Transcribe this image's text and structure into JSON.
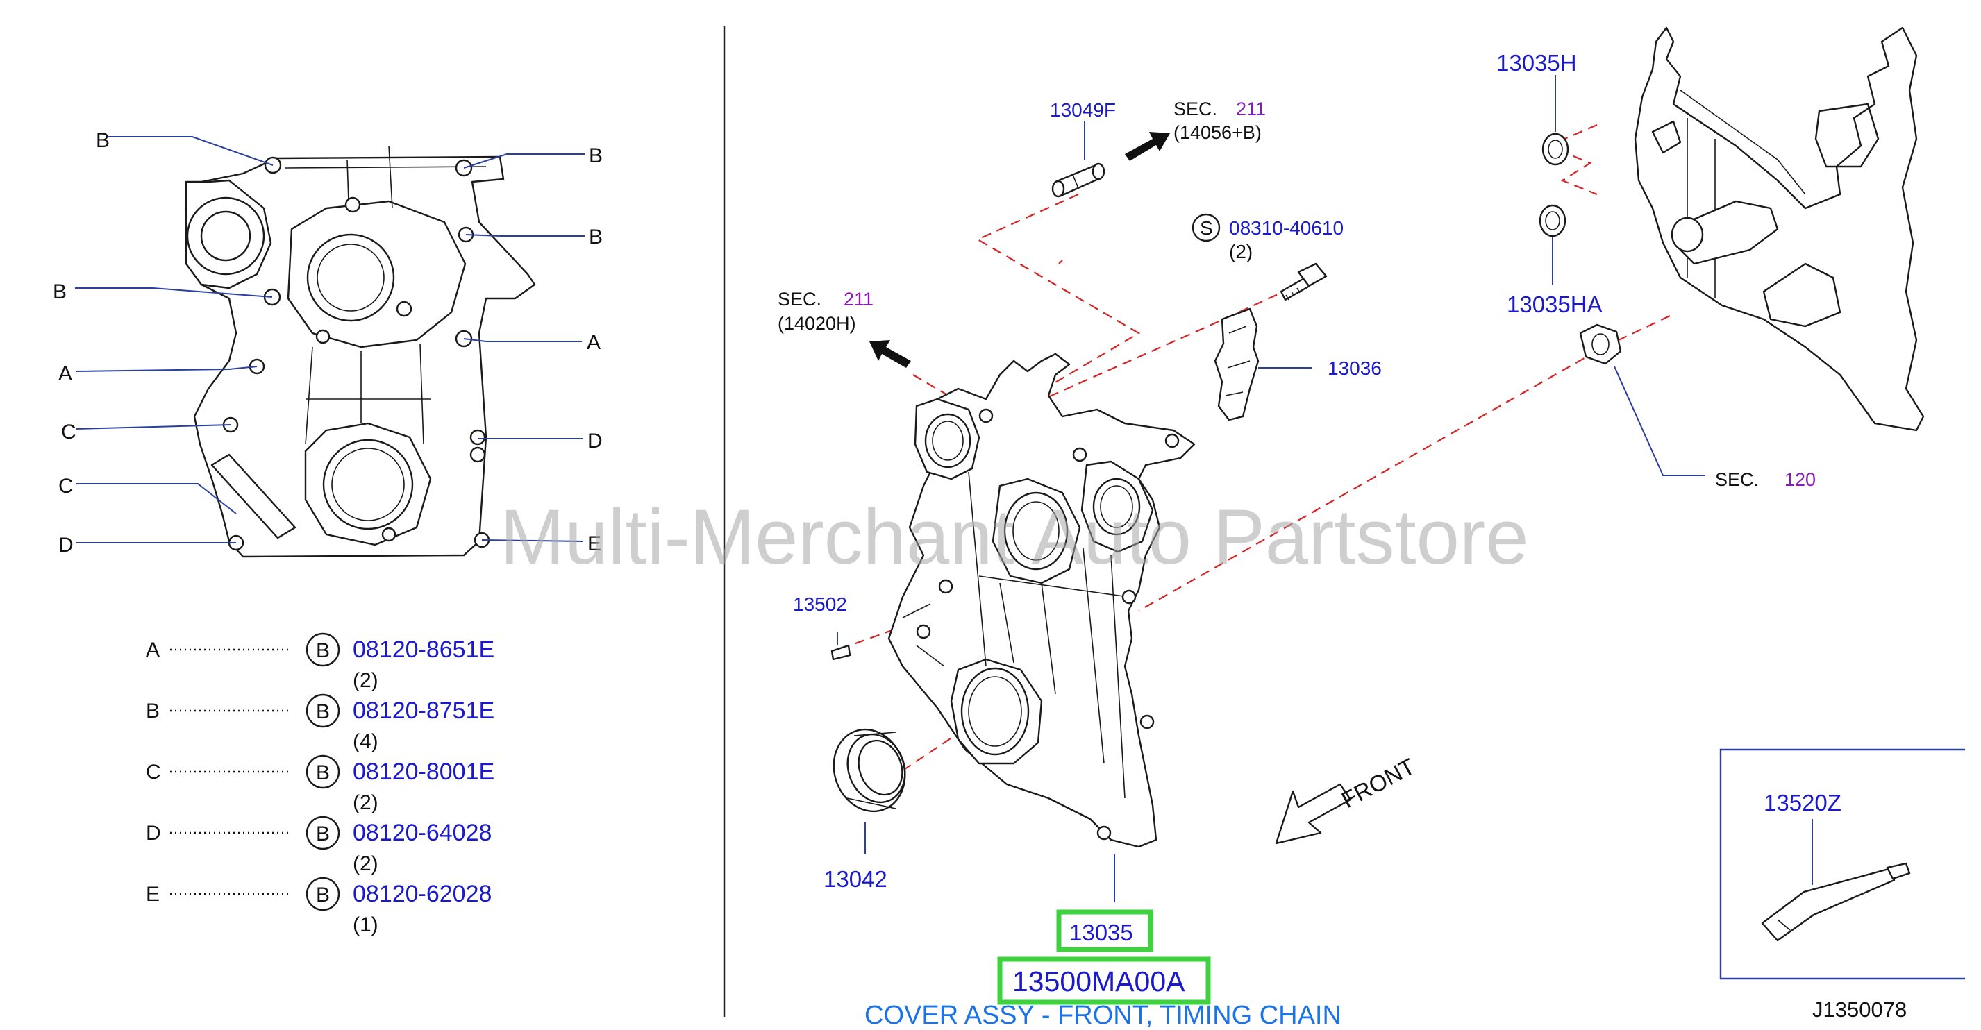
{
  "watermark": "Multi-Merchant Auto Partstore",
  "diagram_id": "J1350078",
  "left_view": {
    "callouts": {
      "b1": "B",
      "b2": "B",
      "b3": "B",
      "b4": "B",
      "a_left": "A",
      "a_right": "A",
      "c1": "C",
      "c2": "C",
      "d_left": "D",
      "d_right": "D",
      "e_right": "E"
    }
  },
  "legend": [
    {
      "letter": "A",
      "circle": "B",
      "part": "08120-8651E",
      "qty": "(2)"
    },
    {
      "letter": "B",
      "circle": "B",
      "part": "08120-8751E",
      "qty": "(4)"
    },
    {
      "letter": "C",
      "circle": "B",
      "part": "08120-8001E",
      "qty": "(2)"
    },
    {
      "letter": "D",
      "circle": "B",
      "part": "08120-64028",
      "qty": "(2)"
    },
    {
      "letter": "E",
      "circle": "B",
      "part": "08120-62028",
      "qty": "(1)"
    }
  ],
  "parts": {
    "p13049f": "13049F",
    "sec_top": {
      "label": "SEC.",
      "num": "211",
      "ref": "(14056+B)"
    },
    "sec_left": {
      "label": "SEC.",
      "num": "211",
      "ref": "(14020H)"
    },
    "bolt": {
      "circle": "S",
      "part": "08310-40610",
      "qty": "(2)"
    },
    "p13036": "13036",
    "p13502": "13502",
    "p13042": "13042",
    "p13035": "13035",
    "p13035h": "13035H",
    "p13035ha": "13035HA",
    "sec_right": {
      "label": "SEC.",
      "num": "120"
    },
    "p13520z": "13520Z"
  },
  "front_label": "FRONT",
  "highlight_part": "13500MA00A",
  "caption": "COVER ASSY - FRONT, TIMING CHAIN",
  "colors": {
    "part_number": "#1a1acc",
    "section_number": "#8a1bb8",
    "highlight": "#3fd23f",
    "caption": "#1a73e8",
    "dashed_line": "#d62424"
  }
}
